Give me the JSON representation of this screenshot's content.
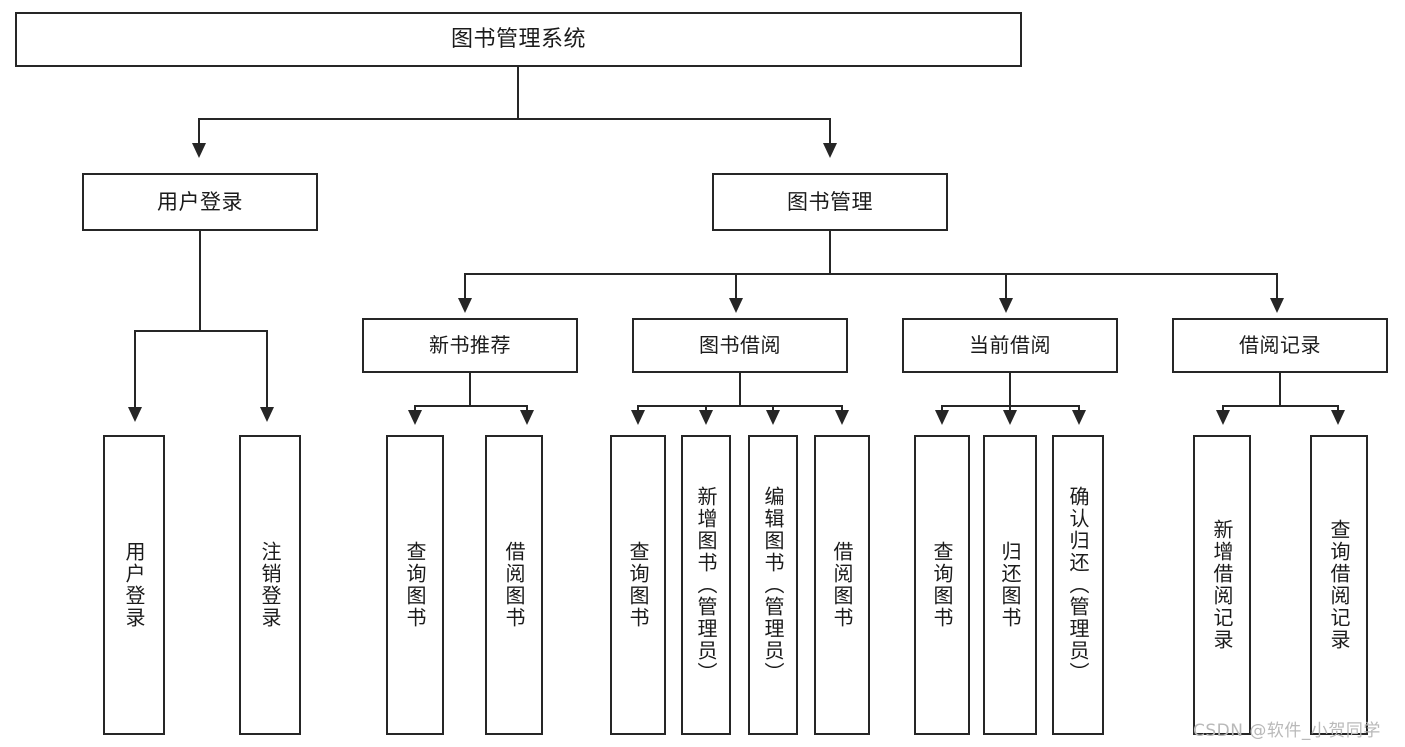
{
  "diagram": {
    "title": "图书管理系统",
    "root": {
      "label": "图书管理系统"
    },
    "level2": [
      {
        "label": "用户登录"
      },
      {
        "label": "图书管理"
      }
    ],
    "level3": [
      {
        "label": "新书推荐"
      },
      {
        "label": "图书借阅"
      },
      {
        "label": "当前借阅"
      },
      {
        "label": "借阅记录"
      }
    ],
    "leaves": {
      "user_login": [
        {
          "label": "用户登录"
        },
        {
          "label": "注销登录"
        }
      ],
      "new_book": [
        {
          "label": "查询图书"
        },
        {
          "label": "借阅图书"
        }
      ],
      "book_borrow": [
        {
          "label": "查询图书"
        },
        {
          "label": "新增图书（管理员）"
        },
        {
          "label": "编辑图书（管理员）"
        },
        {
          "label": "借阅图书"
        }
      ],
      "current_borrow": [
        {
          "label": "查询图书"
        },
        {
          "label": "归还图书"
        },
        {
          "label": "确认归还（管理员）"
        }
      ],
      "borrow_record": [
        {
          "label": "新增借阅记录"
        },
        {
          "label": "查询借阅记录"
        }
      ]
    }
  },
  "watermark": {
    "text": "CSDN @软件_小贺同学"
  },
  "colors": {
    "stroke": "#262626",
    "background": "#ffffff",
    "text": "#1b1b1b",
    "watermark": "#b9b9b9"
  }
}
